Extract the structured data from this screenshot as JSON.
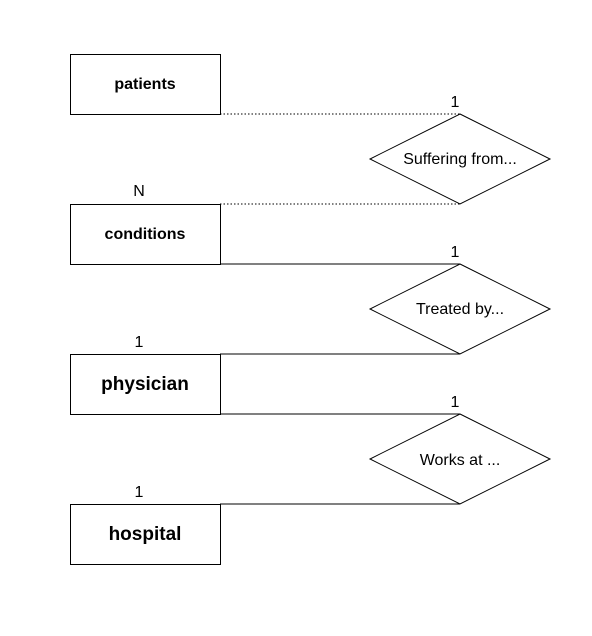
{
  "entities": {
    "patients": "patients",
    "conditions": "conditions",
    "physician": "physician",
    "hospital": "hospital"
  },
  "relationships": {
    "suffering_from": "Suffering from...",
    "treated_by": "Treated by...",
    "works_at": "Works at ..."
  },
  "cardinalities": {
    "patients_side": "1",
    "conditions_side_1": "N",
    "conditions_side_2": "1",
    "physician_side_1": "1",
    "physician_side_2": "1",
    "hospital_side": "1"
  }
}
